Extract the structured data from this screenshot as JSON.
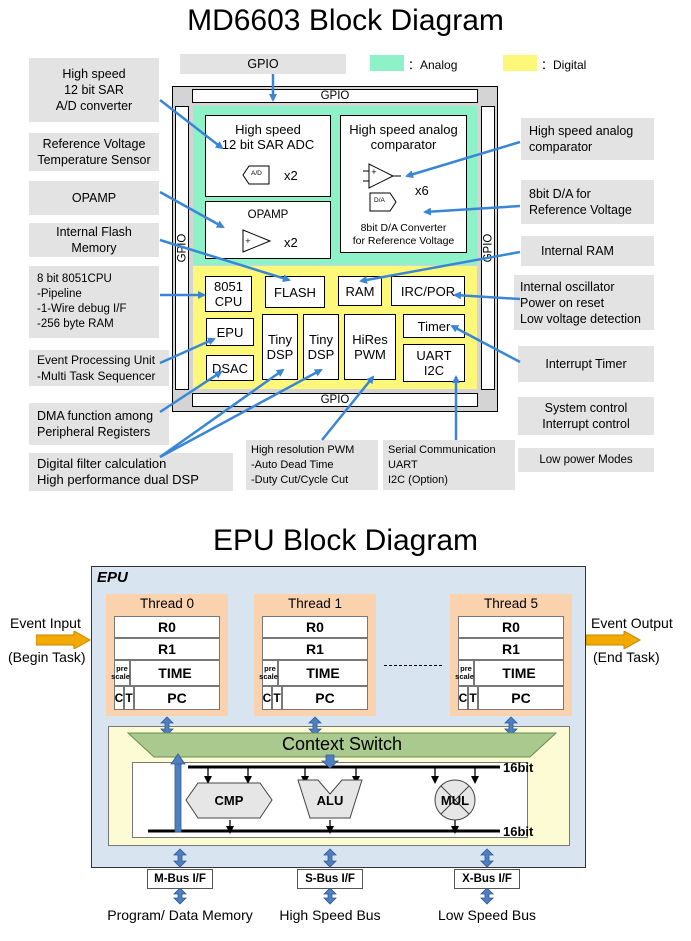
{
  "top": {
    "title": "MD6603 Block Diagram",
    "legend": {
      "analog_label": "：Analog",
      "digital_label": "：Digital",
      "analog_color": "#8ef2c8",
      "digital_color": "#fdf87a"
    },
    "gpio_top_callout": "GPIO",
    "gpio_labels": {
      "top": "GPIO",
      "bottom": "GPIO",
      "left": "GPIO",
      "right": "GPIO"
    },
    "callouts_left": {
      "sar": "High speed\n12 bit SAR\nA/D converter",
      "ref_temp": "Reference Voltage\nTemperature Sensor",
      "opamp": "OPAMP",
      "flash": "Internal Flash\nMemory",
      "cpu": "8 bit 8051CPU\n-Pipeline\n-1-Wire debug I/F\n-256 byte RAM",
      "epu": "Event Processing Unit\n-Multi Task Sequencer",
      "dma": "DMA function among\nPeripheral Registers",
      "filter": "Digital filter calculation\nHigh performance dual DSP"
    },
    "callouts_right": {
      "comparator": "High speed analog\ncomparator",
      "dac": "8bit D/A for\nReference Voltage",
      "ram": "Internal RAM",
      "osc": "Internal oscillator\nPower on reset\nLow voltage detection",
      "timer": "Interrupt Timer",
      "sysctl": "System control\nInterrupt control",
      "lowpower": "Low power Modes"
    },
    "callouts_bottom": {
      "pwm": "High resolution PWM\n-Auto Dead Time\n-Duty Cut/Cycle Cut",
      "serial": "Serial Communication\nUART\nI2C (Option)"
    },
    "blocks": {
      "adc": "High speed\n12 bit SAR ADC",
      "adc_icon": "A/D",
      "adc_mult": "x2",
      "comp": "High speed analog\ncomparator",
      "comp_mult": "x6",
      "dac_icon": "D/A",
      "dac_text": "8bit D/A Converter\nfor Reference Voltage",
      "opamp": "OPAMP",
      "opamp_mult": "x2",
      "cpu": "8051\nCPU",
      "flash": "FLASH",
      "ram": "RAM",
      "irc": "IRC/POR",
      "epu": "EPU",
      "dsac": "DSAC",
      "dsp1": "Tiny\nDSP",
      "dsp2": "Tiny\nDSP",
      "pwm": "HiRes\nPWM",
      "timer": "Timer",
      "uart": "UART\nI2C"
    }
  },
  "epu": {
    "title": "EPU Block Diagram",
    "label": "EPU",
    "event_input": "Event Input",
    "begin_task": "(Begin Task)",
    "event_output": "Event Output",
    "end_task": "(End Task)",
    "threads": [
      {
        "name": "Thread 0",
        "r0": "R0",
        "r1": "R1",
        "prescaler": "pre\nscaler",
        "time": "TIME",
        "c": "C",
        "t": "T",
        "pc": "PC"
      },
      {
        "name": "Thread 1",
        "r0": "R0",
        "r1": "R1",
        "prescaler": "pre\nscaler",
        "time": "TIME",
        "c": "C",
        "t": "T",
        "pc": "PC"
      },
      {
        "name": "Thread 5",
        "r0": "R0",
        "r1": "R1",
        "prescaler": "pre\nscaler",
        "time": "TIME",
        "c": "C",
        "t": "T",
        "pc": "PC"
      }
    ],
    "context_switch": "Context Switch",
    "bus_top": "16bit",
    "bus_bottom": "16bit",
    "cmp": "CMP",
    "alu": "ALU",
    "mul": "MUL",
    "bus_ifs": [
      {
        "name": "M-Bus I/F",
        "desc": "Program/ Data Memory"
      },
      {
        "name": "S-Bus I/F",
        "desc": "High Speed Bus"
      },
      {
        "name": "X-Bus I/F",
        "desc": "Low Speed Bus"
      }
    ],
    "colors": {
      "epu_bg": "#d9e4f1",
      "thread_bg": "#fbd2ae",
      "core_bg": "#fdfbd3",
      "context_switch": "#a9c98e",
      "arrow_blue": "#4f7fbf",
      "arrow_orange": "#f2a900"
    }
  }
}
